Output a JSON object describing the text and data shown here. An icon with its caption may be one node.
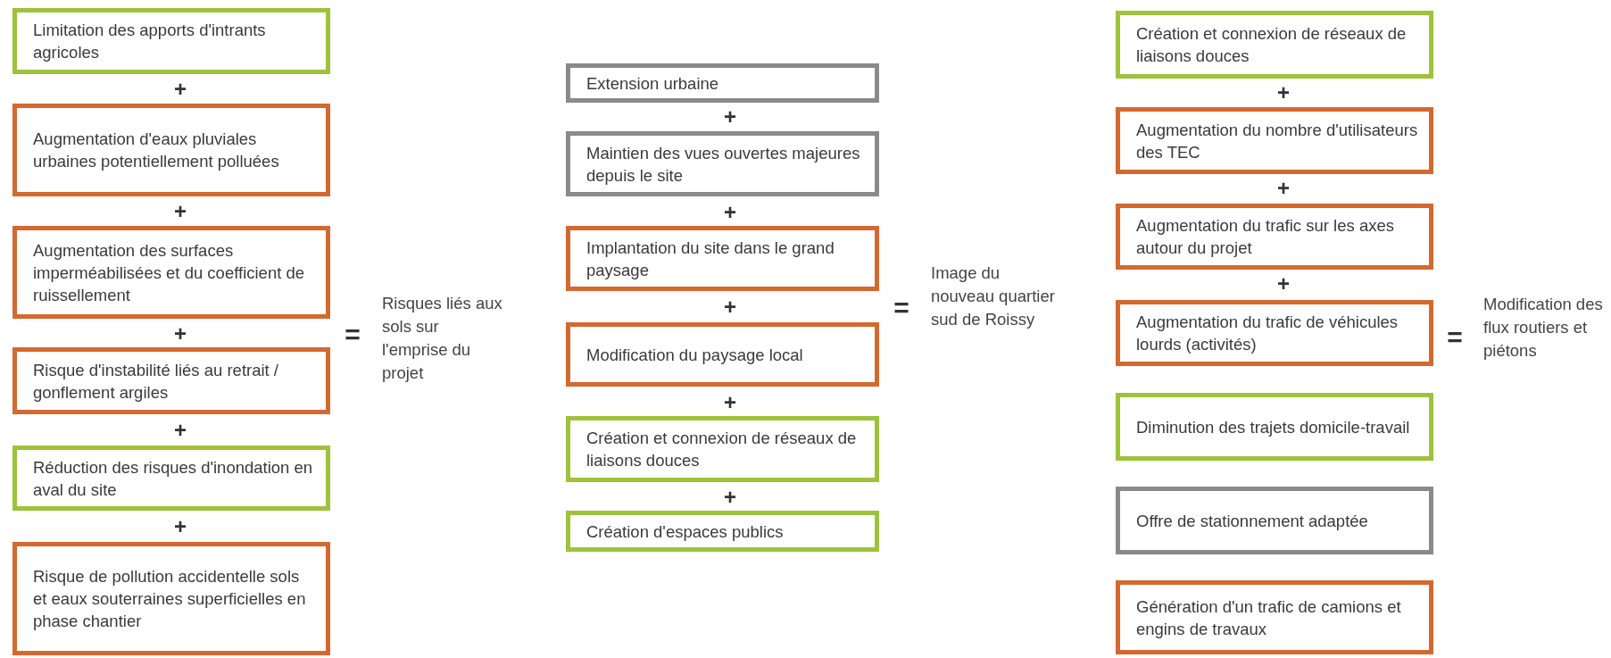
{
  "diagram": {
    "nodes": [
      {
        "text": [
          "Limitation des apports d'intrants agricoles"
        ]
      },
      {
        "text": [
          "Augmentation d'eaux pluviales urbaines potentiellement polluées"
        ]
      },
      {
        "text": [
          "Augmentation des surfaces imperméabilisées et du coefficient de ruissellement"
        ]
      },
      {
        "text": [
          "Risque d'instabilité liés au retrait / gonflement argiles"
        ]
      },
      {
        "text": [
          "Réduction des risques d'inondation en aval du site"
        ]
      },
      {
        "text": [
          "Risque de pollution accidentelle sols et eaux souterraines superficielles en phase chantier"
        ]
      },
      {
        "text": [
          "Extension urbaine"
        ]
      },
      {
        "text": [
          "Maintien des vues ouvertes majeures depuis le site"
        ]
      },
      {
        "text": [
          "Implantation du site dans le grand paysage"
        ]
      },
      {
        "text": [
          "Modification du paysage local"
        ]
      },
      {
        "text": [
          "Création et connexion de réseaux de liaisons douces"
        ]
      },
      {
        "text": [
          "Création d'espaces publics"
        ]
      },
      {
        "text": [
          "Création et connexion de réseaux de liaisons douces"
        ]
      },
      {
        "text": [
          "Augmentation du nombre d'utilisateurs des TEC"
        ]
      },
      {
        "text": [
          "Augmentation du trafic sur les axes autour du projet"
        ]
      },
      {
        "text": [
          "Augmentation du trafic de véhicules lourds (activités)"
        ]
      },
      {
        "text": [
          "Diminution des trajets domicile-travail"
        ]
      },
      {
        "text": [
          "Offre de stationnement adaptée"
        ]
      },
      {
        "text": [
          "Génération d'un trafic de camions et engins de travaux"
        ]
      }
    ],
    "labels": [
      "+",
      "+",
      "+",
      "+",
      "+",
      "=",
      "Risques liés aux sols sur l'emprise du projet",
      "+",
      "+",
      "+",
      "+",
      "+",
      "=",
      "Image du nouveau quartier sud de Roissy",
      "+",
      "+",
      "+",
      "=",
      "Modification des flux routiers et piétons"
    ]
  }
}
